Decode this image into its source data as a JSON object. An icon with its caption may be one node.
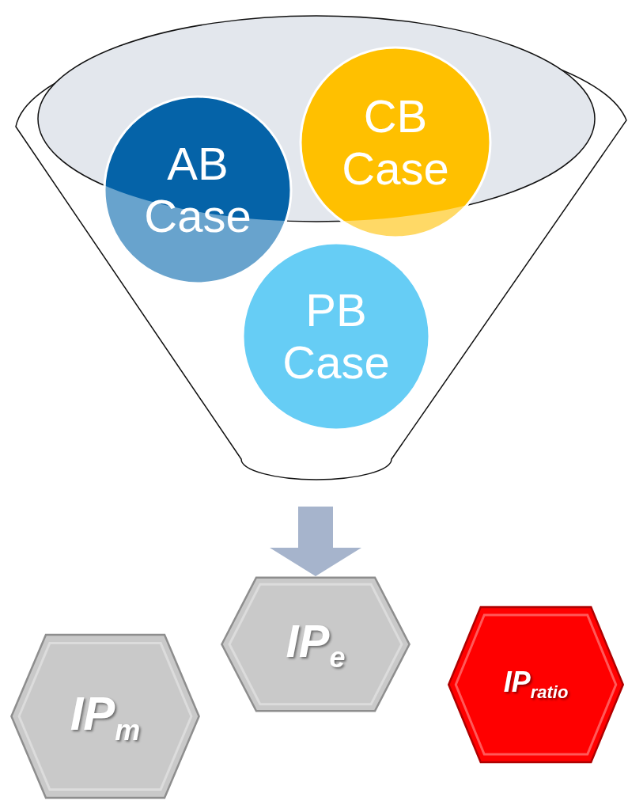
{
  "diagram": {
    "nodes": [
      {
        "text": [],
        "shape": "funnel"
      },
      {
        "text": [
          "AB Case"
        ],
        "in": 0
      },
      {
        "text": [
          "CB Case"
        ],
        "in": 0
      },
      {
        "text": [
          "PB Case"
        ],
        "in": 0
      },
      {
        "text": [
          "IP$_{m}$"
        ]
      },
      {
        "text": [
          "IP$_{e}$"
        ]
      },
      {
        "text": [
          "IP$_{ratio}$"
        ]
      }
    ],
    "edges": [
      {
        "from": 0,
        "to": 5,
        "arrow": "to",
        "style": "thick",
        "color": "#a6b4cc"
      }
    ]
  }
}
